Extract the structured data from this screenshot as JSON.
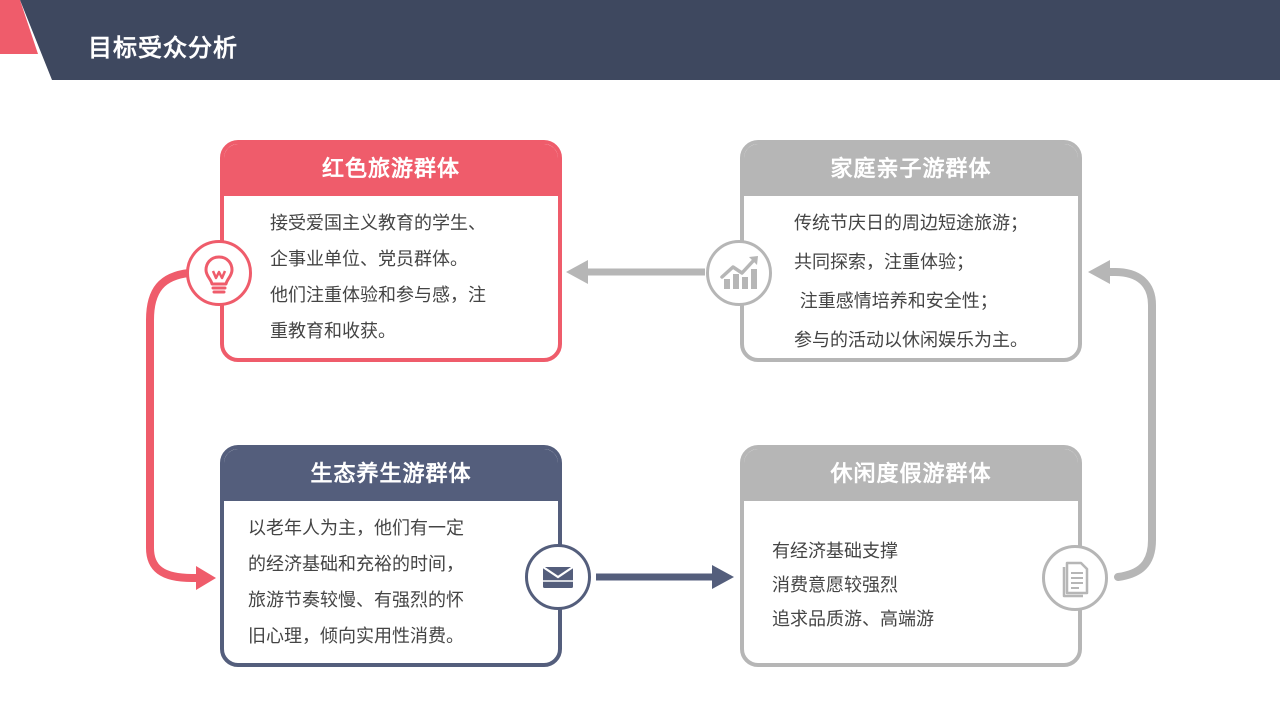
{
  "header": {
    "title": "目标受众分析",
    "band_color": "#3e485f",
    "accent_color": "#ef5c6b"
  },
  "cards": {
    "red_tourism": {
      "title": "红色旅游群体",
      "color": "#ef5c6b",
      "icon": "lightbulb-icon",
      "lines": [
        "接受爱国主义教育的学生、",
        "企事业单位、党员群体。",
        "他们注重体验和参与感，注",
        "重教育和收获。"
      ]
    },
    "family": {
      "title": "家庭亲子游群体",
      "color": "#b6b6b6",
      "icon": "chart-trend-icon",
      "lines": [
        "传统节庆日的周边短途旅游；",
        "共同探索，注重体验；",
        " 注重感情培养和安全性；",
        "参与的活动以休闲娱乐为主。"
      ]
    },
    "eco_health": {
      "title": "生态养生游群体",
      "color": "#545e7c",
      "icon": "envelope-icon",
      "lines": [
        "以老年人为主，他们有一定",
        "的经济基础和充裕的时间，",
        "旅游节奏较慢、有强烈的怀",
        "旧心理，倾向实用性消费。"
      ]
    },
    "leisure": {
      "title": "休闲度假游群体",
      "color": "#b6b6b6",
      "icon": "document-icon",
      "lines": [
        "有经济基础支撑",
        "消费意愿较强烈",
        "追求品质游、高端游"
      ]
    }
  }
}
